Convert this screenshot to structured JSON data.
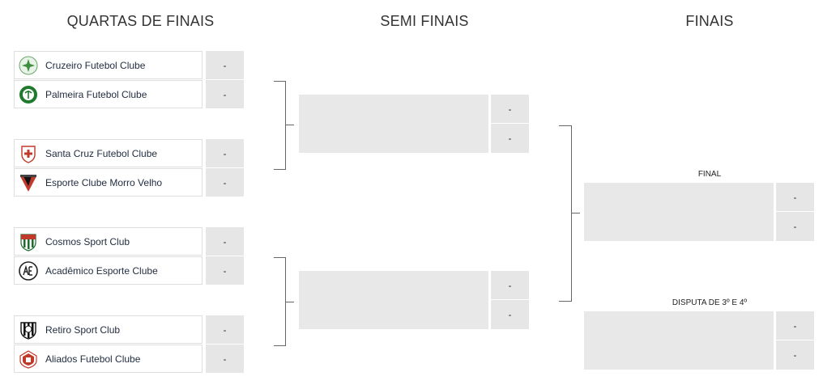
{
  "columns": {
    "quarter": "QUARTAS DE FINAIS",
    "semi": "SEMI FINAIS",
    "finals": "FINAIS"
  },
  "quarter_teams": [
    {
      "name": "Cruzeiro Futebol Clube",
      "score": "-",
      "crest": "cruzeiro-crest-icon"
    },
    {
      "name": "Palmeira Futebol Clube",
      "score": "-",
      "crest": "palmeira-crest-icon"
    },
    {
      "name": "Santa Cruz Futebol Clube",
      "score": "-",
      "crest": "santa-cruz-crest-icon"
    },
    {
      "name": "Esporte Clube Morro Velho",
      "score": "-",
      "crest": "morro-velho-crest-icon"
    },
    {
      "name": "Cosmos Sport Club",
      "score": "-",
      "crest": "cosmos-crest-icon"
    },
    {
      "name": "Acadêmico Esporte Clube",
      "score": "-",
      "crest": "academico-crest-icon"
    },
    {
      "name": "Retiro Sport Club",
      "score": "-",
      "crest": "retiro-crest-icon"
    },
    {
      "name": "Aliados Futebol Clube",
      "score": "-",
      "crest": "aliados-crest-icon"
    }
  ],
  "semi_scores": [
    "-",
    "-",
    "-",
    "-"
  ],
  "final": {
    "label": "FINAL",
    "scores": [
      "-",
      "-"
    ]
  },
  "third_place": {
    "label": "DISPUTA DE 3º E 4º",
    "scores": [
      "-",
      "-"
    ]
  },
  "colors": {
    "slot_bg": "#e8e8e8",
    "score_bg": "#e6e6e6",
    "bracket_line": "#666666",
    "team_text": "#1f2b3e"
  }
}
